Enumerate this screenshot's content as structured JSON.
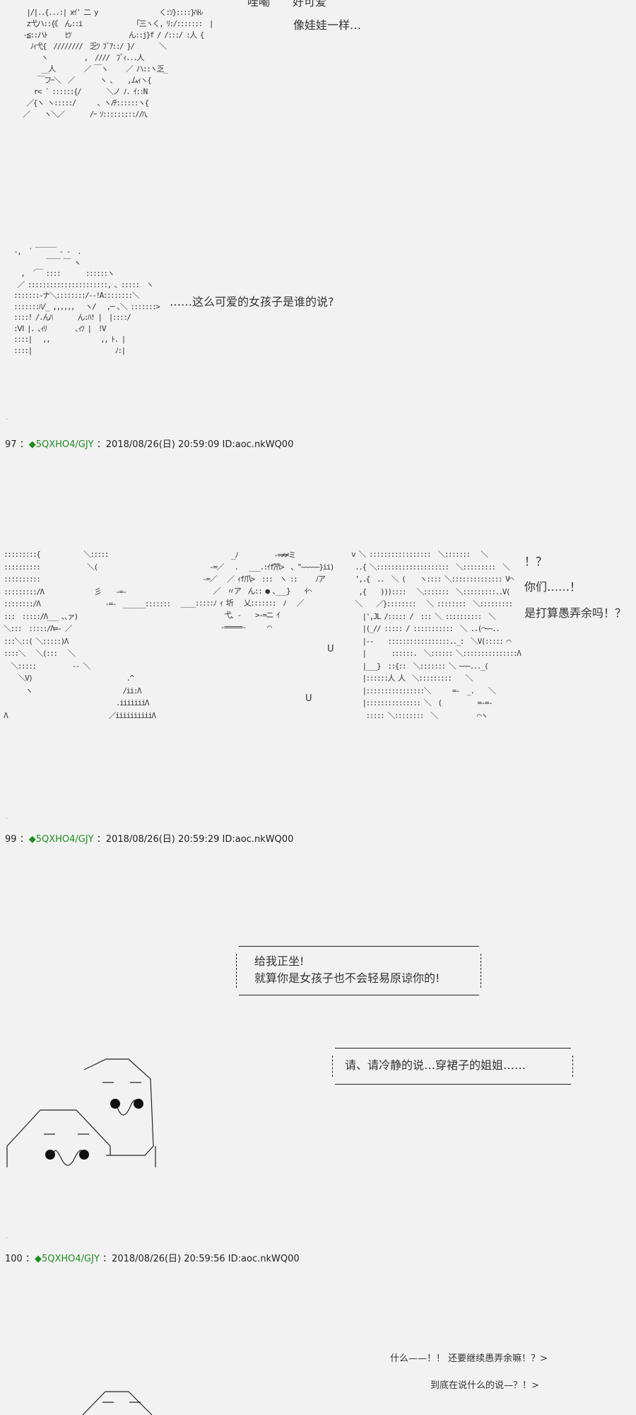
{
  "post96": {
    "partial_top_line": "哇嘞　　好可爱",
    "line1": "像娃娃一样…",
    "art_top": [
      "   |/|..{...:| xｲ' 二 y                 く:ｿ}::::}ﾊﾄﾚ",
      "   z弋ハ::{《  ん::i               ｢三ヽく, ﾘ:/:::::::  |",
      "  -≦::ハﾄ     ﾋﾂ                ん::j}f / /:::/ :人 {",
      "    ﾉｨ弋{  ////////  乏ﾂ ﾌﾞｱ::/ }/       ＼",
      "       ヽ          ,  ////  ﾌﾞｨ...人",
      "       __人        ／ ￣ヽ     ／ ハ::ヽ乏_",
      "      ￣フｰ＼  ／       ヽ ､    ,ムｨヽ{",
      "     r< ´ ::::::{/       ＼ノ ﾉ. ｲ::N",
      "   ／{ヽ ヽ:::::/      ､ ヽﾉﾁ::::::ヽ{",
      "  ／    ヽ＼／       /ｰ ｿ::::::::://ﾊ､"
    ],
    "art_girl": [
      " -,  ´ ￣￣￣ ‐ -  .",
      "          ￣￣ ￣ ヽ",
      "   ,  ´￣ ::::       ::::::ヽ",
      "  ／ ::::::::::::::::::::::, ､ :::::  ヽ",
      " :::::::‐ナ＼::::::::/‐‐!A::::::::＼",
      " :::::::ﾊ/_ ,,,,,,   ヽ/   ,─ ､＼ :::::::>",
      " ::::! /.んﾊ       ん:ﾊ! |  |::::/",
      " :Ⅵ |. ､ｨﾘ        ､ｨﾂ |  !V",
      " ::::|   ,,              ,, ﾄ. |",
      " ::::|                       ﾉ:|"
    ],
    "line2": "……这么可爱的女孩子是谁的说?"
  },
  "post97": {
    "number": "97",
    "sep": "：",
    "diamond": "◆",
    "trip": "5QXHO4/GJY",
    "date": "2018/08/26(日) 20:59:09",
    "id": "ID:aoc.nkWQ00",
    "art_left": [
      " :::::::::{            ＼:::::",
      " ::::::::::             ＼(",
      " ::::::::::",
      " :::::::::/Λ              彡    -=-",
      " ::::::::/Λ                  -=-  ______:::::::",
      " :::  :::::/Λ___ ､､ァ)",
      " ＼:::  :::::/Λ=- ／",
      " :::＼::( ＼:::::)Λ",
      " ::::＼   ＼(:::   ＼",
      "   ＼:::::          -- ＼",
      "     ＼V)                          .^",
      "       ヽ                         /ii:Λ",
      "                                .iiiiiiiΛ",
      " Λ                            ／iiiiiiiiiiΛ"
    ],
    "art_fish": [
      "                 _ﾉ          -=≠≠ミ",
      "           -=／   .   ___.:ｲf笊>  ､ \"~~~~~}ii)",
      "         -=／   ／ ｨf爪>  :::  ヽ ::     ﾉア",
      "            ／  〃ア  ん:: ● ､___}    ｲ⌒",
      "   ____:::::ﾉ ｨ 圻   乂:::::::  ﾉ   ／",
      "               弋､ ‐    >-=ニ ｲ",
      "              -=====-      ⌒"
    ],
    "art_right": [
      " v ＼ :::::::::::::::::  ＼:::::::   ＼",
      "  ..{ ＼::::::::::::::::::::  ＼:::::::::  ＼",
      "  ',.{  ..  ＼ (    ヽ:::: ＼:::::::::::::: V⌒",
      "   ,{    )))::::   ＼:::::::  ＼:::::::::..V(",
      "  ＼    ／}::::::::   ＼ ::::::::  ＼:::::::::",
      "    |',JL /::::: /  ::: ＼ ::::::::::  ＼",
      "    |(_// ::::: / :::::::::::  ＼ ..(⌒~~..",
      "    |--    :::::::::::::::::.._:  ＼V(::::: ⌒",
      "    |       ::::::.  ＼:::::: ＼:::::::::::::::Λ",
      "    |___}  ::{::  ＼::::::: ＼ ~~~..._(",
      "    |::::::人 人  ＼:::::::::    ＼",
      "    |::::::::::::::::＼      =-  _.    ＼",
      "    |::::::::::::::: ＼  (          =-=-",
      "     ::::: ＼::::::::  ＼           ⌒ヽ"
    ],
    "u1": "U",
    "u2": "U",
    "line1": "！？",
    "line2": "你们……！",
    "line3": "是打算愚弄余吗！？"
  },
  "post99": {
    "number": "99",
    "sep": "：",
    "diamond": "◆",
    "trip": "5QXHO4/GJY",
    "date": "2018/08/26(日) 20:59:29",
    "id": "ID:aoc.nkWQ00",
    "bubble1": {
      "line1": "给我正坐!",
      "line2": "就算你是女孩子也不会轻易原谅你的!"
    },
    "bubble2": {
      "line1": "请、请冷静的说…穿裙子的姐姐……"
    }
  },
  "post100": {
    "number": "100",
    "sep": "：",
    "diamond": "◆",
    "trip": "5QXHO4/GJY",
    "date": "2018/08/26(日) 20:59:56",
    "id": "ID:aoc.nkWQ00",
    "line1": "什么——！！ 还要继续愚弄余嘛！？>",
    "line2": "到底在说什么的说—？！>"
  }
}
